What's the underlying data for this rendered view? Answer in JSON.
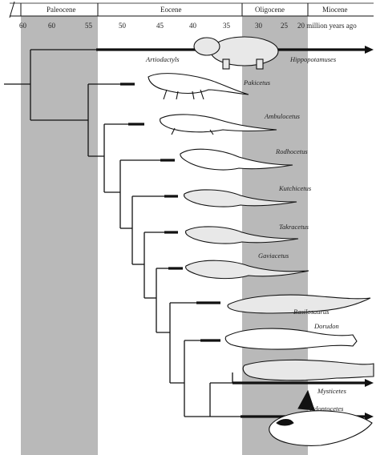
{
  "timescale": {
    "epochs": [
      "Paleocene",
      "Eocene",
      "Oligocene",
      "Miocene"
    ],
    "ticks": [
      "60",
      "60",
      "55",
      "50",
      "45",
      "40",
      "35",
      "30",
      "25"
    ],
    "unit_label": "20 million years ago"
  },
  "taxa": {
    "artiodactyls": "Artiodactyls",
    "hippopotamuses": "Hippopotamuses",
    "pakicetus": "Pakicetus",
    "ambulocetus": "Ambulocetus",
    "rodhocetus": "Rodhocetus",
    "kutchicetus": "Kutchicetus",
    "takracetus": "Takracetus",
    "gaviacetus": "Gaviacetus",
    "basilosaurus": "Basilosaurus",
    "dorudon": "Dorudon",
    "mysticetes": "Mysticetes",
    "odontocetes": "Odontocetes"
  }
}
